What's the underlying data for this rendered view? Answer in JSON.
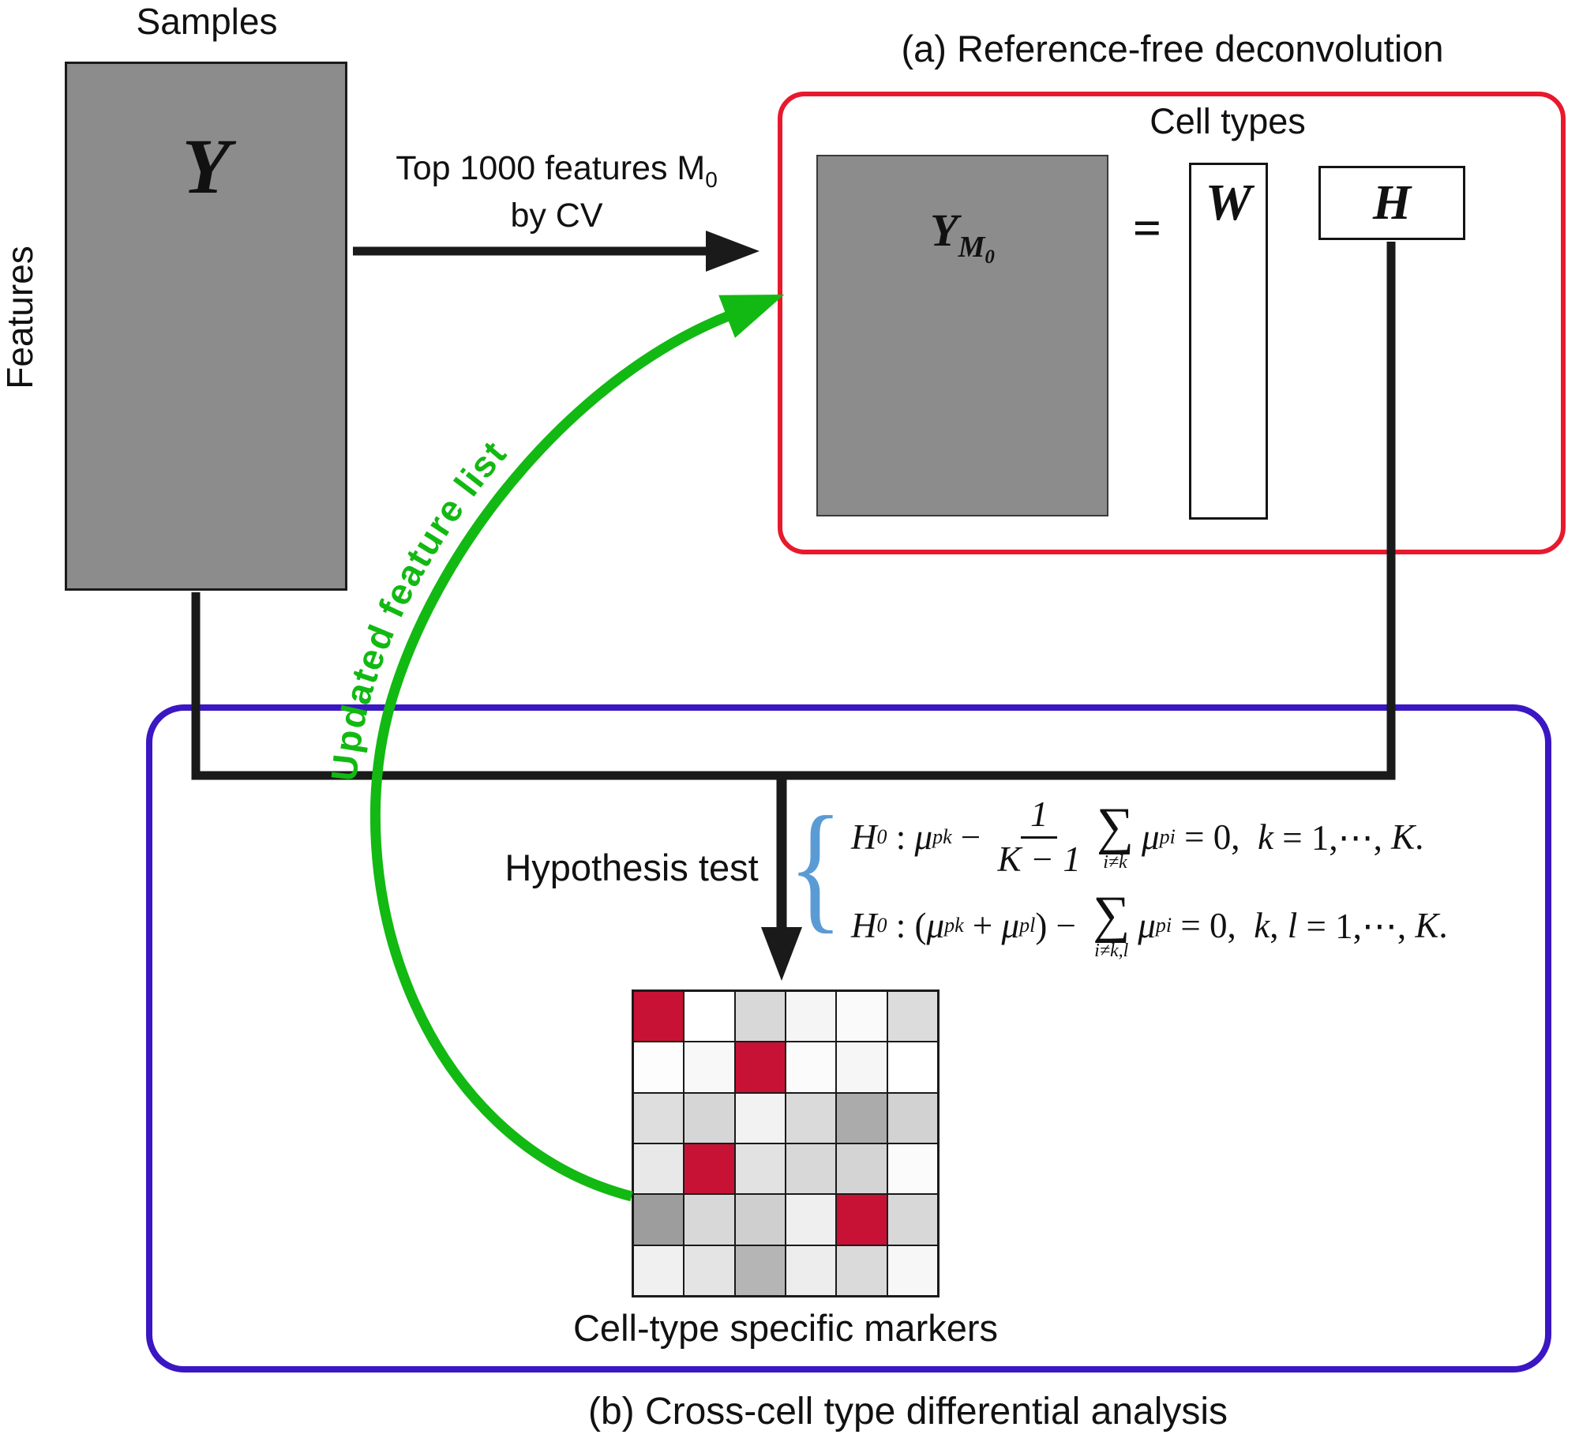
{
  "colors": {
    "black": "#1a1a1a",
    "matrix_gray": "#8c8c8c",
    "red_box_border": "#e8192d",
    "blue_box_border": "#3b16c3",
    "green": "#12b912",
    "brace_blue": "#5b9bd5",
    "marker_red": "#c81235"
  },
  "labels": {
    "samples": "Samples",
    "features": "Features",
    "y_matrix": "Y",
    "arrow_label_line1": "Top 1000 features M",
    "arrow_label_line1_sub": "0",
    "arrow_label_line2": "by CV",
    "panel_a_title": "(a)  Reference-free deconvolution",
    "cell_types": "Cell types",
    "ym0_base": "Y",
    "ym0_sub": "M",
    "ym0_subsub": "0",
    "equals": "=",
    "w_matrix": "W",
    "h_matrix": "H",
    "updated_feature_list": "Updated feature list",
    "hypothesis_test": "Hypothesis test",
    "brace": "{",
    "markers_caption": "Cell-type specific markers",
    "panel_b_title": "(b)  Cross-cell type differential analysis"
  },
  "equations": {
    "line1": [
      {
        "k": "var",
        "t": "H"
      },
      {
        "k": "sub",
        "t": "0"
      },
      {
        "k": "txt",
        "t": " : "
      },
      {
        "k": "var",
        "t": "μ"
      },
      {
        "k": "sub",
        "t": "pk"
      },
      {
        "k": "txt",
        "t": " − "
      },
      {
        "k": "frac",
        "n": "1",
        "d": "K − 1"
      },
      {
        "k": "sum",
        "u": "i≠k"
      },
      {
        "k": "var",
        "t": "μ"
      },
      {
        "k": "sub",
        "t": "pi"
      },
      {
        "k": "txt",
        "t": " = 0,  "
      },
      {
        "k": "var",
        "t": "k"
      },
      {
        "k": "txt",
        "t": " = 1,⋯, "
      },
      {
        "k": "var",
        "t": "K"
      },
      {
        "k": "txt",
        "t": "."
      }
    ],
    "line2": [
      {
        "k": "var",
        "t": "H"
      },
      {
        "k": "sub",
        "t": "0"
      },
      {
        "k": "txt",
        "t": " : ("
      },
      {
        "k": "var",
        "t": "μ"
      },
      {
        "k": "sub",
        "t": "pk"
      },
      {
        "k": "txt",
        "t": " + "
      },
      {
        "k": "var",
        "t": "μ"
      },
      {
        "k": "sub",
        "t": "pl"
      },
      {
        "k": "txt",
        "t": ") − "
      },
      {
        "k": "sum",
        "u": "i≠k,l"
      },
      {
        "k": "var",
        "t": "μ"
      },
      {
        "k": "sub",
        "t": "pi"
      },
      {
        "k": "txt",
        "t": " = 0,  "
      },
      {
        "k": "var",
        "t": "k"
      },
      {
        "k": "txt",
        "t": ", "
      },
      {
        "k": "var",
        "t": "l"
      },
      {
        "k": "txt",
        "t": " = 1,⋯, "
      },
      {
        "k": "var",
        "t": "K"
      },
      {
        "k": "txt",
        "t": "."
      }
    ]
  },
  "marker_grid": {
    "rows": 6,
    "cols": 6,
    "cells": [
      [
        "#c81235",
        "#ffffff",
        "#d8d8d8",
        "#f5f5f5",
        "#fafafa",
        "#dcdcdc"
      ],
      [
        "#fdfdfd",
        "#f8f8f8",
        "#c81235",
        "#fbfbfb",
        "#f6f6f6",
        "#ffffff"
      ],
      [
        "#dedede",
        "#d6d6d6",
        "#f2f2f2",
        "#dadada",
        "#ababab",
        "#d2d2d2"
      ],
      [
        "#e8e8e8",
        "#c81235",
        "#e2e2e2",
        "#d8d8d8",
        "#d4d4d4",
        "#fbfbfb"
      ],
      [
        "#9d9d9d",
        "#d8d8d8",
        "#cfcfcf",
        "#efefef",
        "#c81235",
        "#d8d8d8"
      ],
      [
        "#f0f0f0",
        "#e4e4e4",
        "#b5b5b5",
        "#ededed",
        "#dadada",
        "#f7f7f7"
      ]
    ]
  }
}
